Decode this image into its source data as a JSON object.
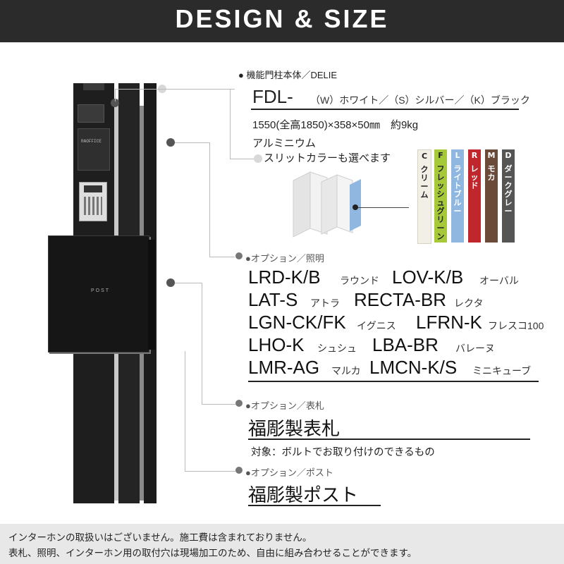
{
  "header": {
    "title": "DESIGN & SIZE"
  },
  "illustration": {
    "nameplate_text": "RAOFFICE",
    "post_label": "POST"
  },
  "product": {
    "bullet": "● 機能門柱本体／DELIE",
    "model_prefix": "FDL-",
    "color_codes": "（W）ホワイト／（S）シルバー／（K）ブラック",
    "dimensions": "1550(全高1850)×358×50㎜　約9kg",
    "material": "アルミニウム",
    "slit_note": "スリットカラーも選べます"
  },
  "slit_colors": [
    {
      "code": "C",
      "name": "クリーム",
      "color": "#f2efe6",
      "text_color": "#222222"
    },
    {
      "code": "F",
      "name": "フレッシュグリーン",
      "color": "#a6c93a",
      "text_color": "#222222"
    },
    {
      "code": "L",
      "name": "ライトブルー",
      "color": "#8fb7df",
      "text_color": "#ffffff"
    },
    {
      "code": "R",
      "name": "レッド",
      "color": "#c0272d",
      "text_color": "#ffffff"
    },
    {
      "code": "M",
      "name": "モカ",
      "color": "#6b4a3a",
      "text_color": "#ffffff"
    },
    {
      "code": "D",
      "name": "ダークグレー",
      "color": "#555555",
      "text_color": "#ffffff"
    }
  ],
  "lighting": {
    "heading": "●オプション／照明",
    "rows": [
      [
        {
          "code": "LRD-K/B",
          "name": "ラウンド"
        },
        {
          "code": "LOV-K/B",
          "name": "オーバル"
        }
      ],
      [
        {
          "code": "LAT-S",
          "name": "アトラ"
        },
        {
          "code": "RECTA-BR",
          "name": "レクタ"
        }
      ],
      [
        {
          "code": "LGN-CK/FK",
          "name": "イグニス"
        },
        {
          "code": "LFRN-K",
          "name": "フレスコ100"
        }
      ],
      [
        {
          "code": "LHO-K",
          "name": "シュシュ"
        },
        {
          "code": "LBA-BR",
          "name": "バレーヌ"
        }
      ],
      [
        {
          "code": "LMR-AG",
          "name": "マルカ"
        },
        {
          "code": "LMCN-K/S",
          "name": "ミニキューブ"
        }
      ]
    ]
  },
  "nameplate": {
    "heading": "●オプション／表札",
    "title": "福彫製表札",
    "note": "対象：ボルトでお取り付けのできるもの"
  },
  "post": {
    "heading": "●オプション／ポスト",
    "title": "福彫製ポスト"
  },
  "footer": {
    "line1": "インターホンの取扱いはございません。施工費は含まれておりません。",
    "line2": "表札、照明、インターホン用の取付穴は現場加工のため、自由に組み合わせることができます。"
  }
}
